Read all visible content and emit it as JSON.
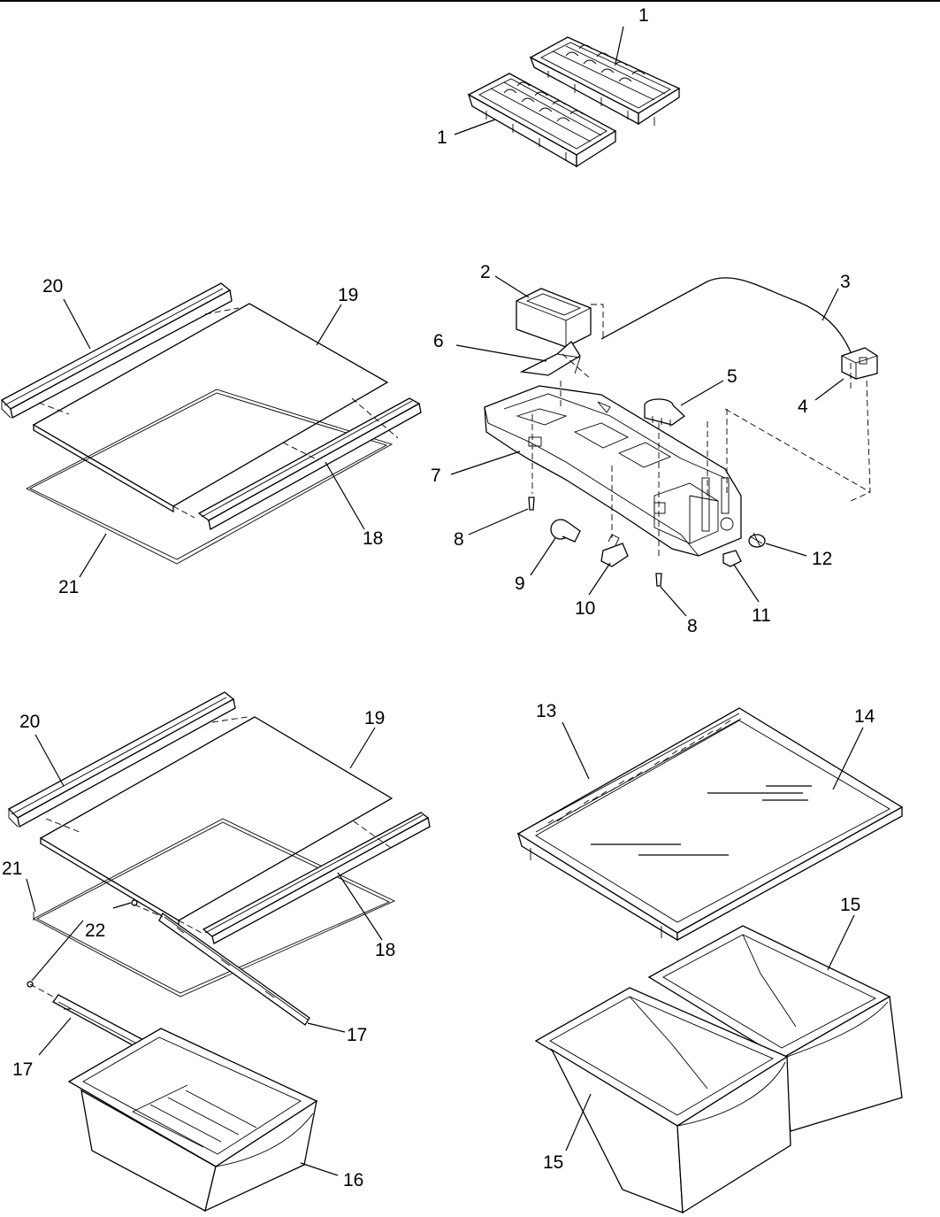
{
  "callouts": {
    "ice_tray_top": "1",
    "ice_tray_bottom": "1",
    "bracket": "2",
    "harness": "3",
    "switch_4": "4",
    "socket_5": "5",
    "baffle": "6",
    "control_housing": "7",
    "screw_a": "8",
    "screw_b": "8",
    "bulb": "9",
    "lamp_socket": "10",
    "clip": "11",
    "knob": "12",
    "crisper_cover": "13",
    "cover_glass": "14",
    "pan_back": "15",
    "pan_front": "15",
    "meat_pan": "16",
    "slide_right": "17",
    "slide_left": "17",
    "trim_front_top": "18",
    "glass_top": "19",
    "trim_rear_top": "20",
    "frame_top": "21",
    "trim_front_bottom": "18",
    "glass_bottom": "19",
    "trim_rear_bottom": "20",
    "frame_bottom": "21",
    "pin": "22"
  }
}
